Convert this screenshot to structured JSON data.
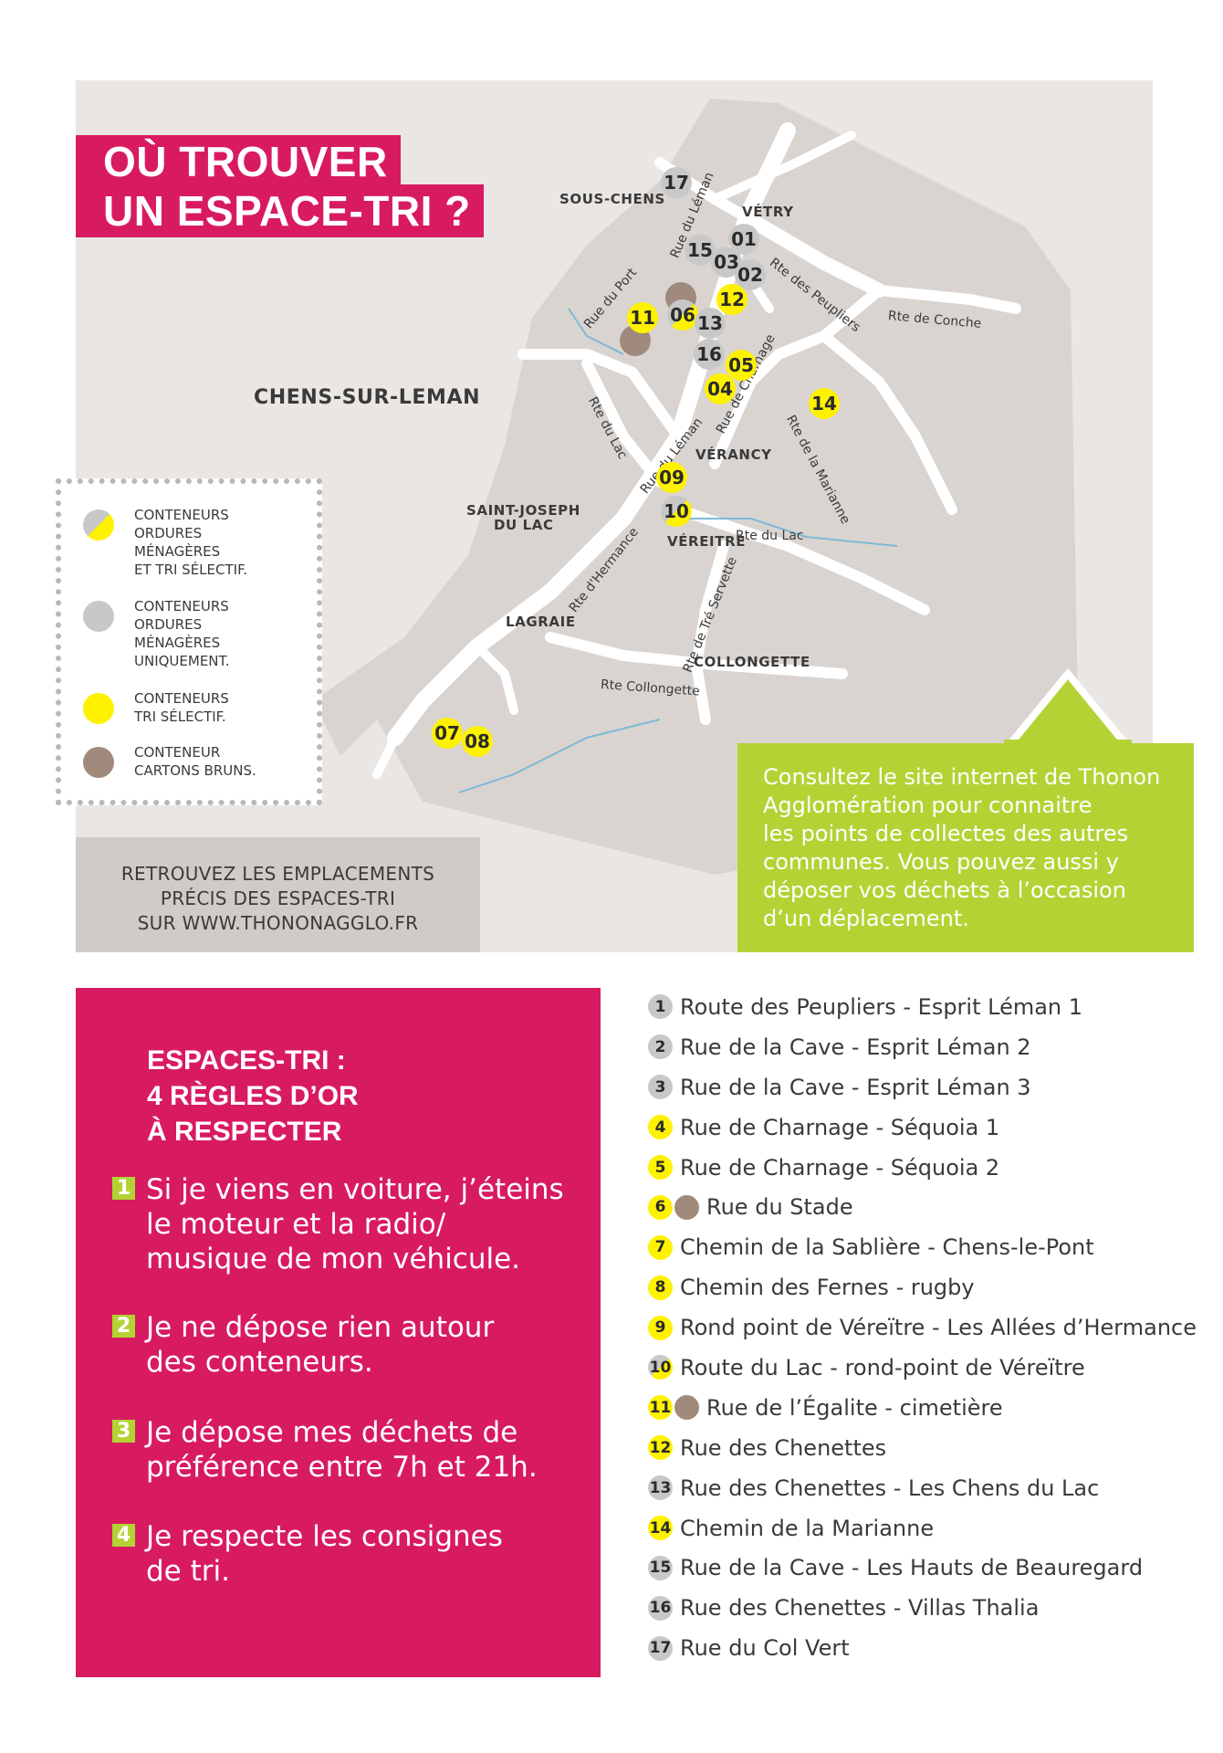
{
  "title": {
    "line1": "OÙ TROUVER",
    "line2": "UN ESPACE-TRI ?"
  },
  "colors": {
    "magenta": "#d81b60",
    "green": "#b3d335",
    "gray_marker": "#c8c8c8",
    "yellow_marker": "#fff200",
    "brown_marker": "#a08a7c"
  },
  "map": {
    "places": {
      "sous_chens": "SOUS-CHENS",
      "vetry": "VÉTRY",
      "chens": "CHENS-SUR-LEMAN",
      "verancy": "VÉRANCY",
      "saint_joseph_1": "SAINT-JOSEPH",
      "saint_joseph_2": "DU LAC",
      "vereitre": "VÉREITRE",
      "lagraie": "LAGRAIE",
      "collongette": "COLLONGETTE"
    },
    "roads": {
      "rue_leman_top": "Rue du Léman",
      "rte_peupliers": "Rte des Peupliers",
      "rte_conche": "Rte de Conche",
      "rue_port": "Rue du Port",
      "rte_lac_v": "Rte du Lac",
      "rue_charnage": "Rue de Charnage",
      "rte_marianne": "Rte de la Marianne",
      "rue_leman_mid": "Rue du Léman",
      "rte_hermance": "Rte d'Hermance",
      "rte_lac_h": "Rte du Lac",
      "rte_tre_servette": "Rte de Tré Servette",
      "rte_collongette": "Rte Collongette"
    },
    "markers": [
      "17",
      "01",
      "15",
      "03",
      "02",
      "12",
      "11",
      "06",
      "13",
      "16",
      "05",
      "04",
      "14",
      "09",
      "10",
      "07",
      "08"
    ]
  },
  "legend": [
    {
      "type": "half",
      "text": [
        "CONTENEURS",
        "ORDURES",
        "MÉNAGÈRES",
        "ET TRI SÉLECTIF."
      ]
    },
    {
      "type": "gray",
      "text": [
        "CONTENEURS",
        "ORDURES",
        "MÉNAGÈRES",
        "UNIQUEMENT."
      ]
    },
    {
      "type": "yellow",
      "text": [
        "CONTENEURS",
        "TRI SÉLECTIF."
      ]
    },
    {
      "type": "brown",
      "text": [
        "CONTENEUR",
        "CARTONS BRUNS."
      ]
    }
  ],
  "gray_box": {
    "line1": "RETROUVEZ LES EMPLACEMENTS",
    "line2": "PRÉCIS DES ESPACES-TRI",
    "line3": "SUR WWW.THONONAGGLO.FR"
  },
  "green_box": {
    "lines": [
      "Consultez le site internet de Thonon",
      "Agglomération pour connaitre",
      "les points de collectes des autres",
      "communes. Vous pouvez aussi y",
      "déposer vos déchets à l’occasion",
      "d’un déplacement."
    ]
  },
  "rules": {
    "title": [
      "ESPACES-TRI :",
      "4 RÈGLES D’OR",
      "À RESPECTER"
    ],
    "items": [
      {
        "num": "1",
        "lines": [
          "Si je viens en voiture, j’éteins",
          "le moteur et la radio/",
          "musique de mon véhicule."
        ]
      },
      {
        "num": "2",
        "lines": [
          "Je ne dépose rien autour",
          "des conteneurs."
        ]
      },
      {
        "num": "3",
        "lines": [
          "Je dépose mes déchets de",
          "préférence entre 7h et 21h."
        ]
      },
      {
        "num": "4",
        "lines": [
          "Je respecte les consignes",
          "de tri."
        ]
      }
    ]
  },
  "sites": [
    {
      "num": "1",
      "type": "gray",
      "text": "Route des Peupliers - Esprit Léman 1"
    },
    {
      "num": "2",
      "type": "gray",
      "text": "Rue de la Cave - Esprit Léman 2"
    },
    {
      "num": "3",
      "type": "gray",
      "text": "Rue de la Cave - Esprit Léman 3"
    },
    {
      "num": "4",
      "type": "yellow",
      "text": "Rue de Charnage - Séquoia 1"
    },
    {
      "num": "5",
      "type": "yellow",
      "text": "Rue de Charnage - Séquoia 2"
    },
    {
      "num": "6",
      "type": "yellow",
      "brown": true,
      "text": "Rue du Stade"
    },
    {
      "num": "7",
      "type": "yellow",
      "text": "Chemin de la Sablière - Chens-le-Pont"
    },
    {
      "num": "8",
      "type": "yellow",
      "text": "Chemin des Fernes - rugby"
    },
    {
      "num": "9",
      "type": "yellow",
      "text": "Rond point de Véreïtre - Les Allées d’Hermance"
    },
    {
      "num": "10",
      "type": "gray",
      "text": "Route du Lac - rond-point de Véreïtre"
    },
    {
      "num": "11",
      "type": "yellow",
      "brown": true,
      "text": "Rue de l’Égalite - cimetière"
    },
    {
      "num": "12",
      "type": "yellow",
      "text": "Rue des Chenettes"
    },
    {
      "num": "13",
      "type": "gray",
      "text": "Rue des Chenettes - Les Chens du Lac"
    },
    {
      "num": "14",
      "type": "yellow",
      "text": "Chemin de la Marianne"
    },
    {
      "num": "15",
      "type": "gray",
      "text": "Rue de la Cave - Les Hauts de Beauregard"
    },
    {
      "num": "16",
      "type": "gray",
      "text": "Rue des Chenettes - Villas Thalia"
    },
    {
      "num": "17",
      "type": "gray",
      "text": "Rue du Col Vert"
    }
  ]
}
